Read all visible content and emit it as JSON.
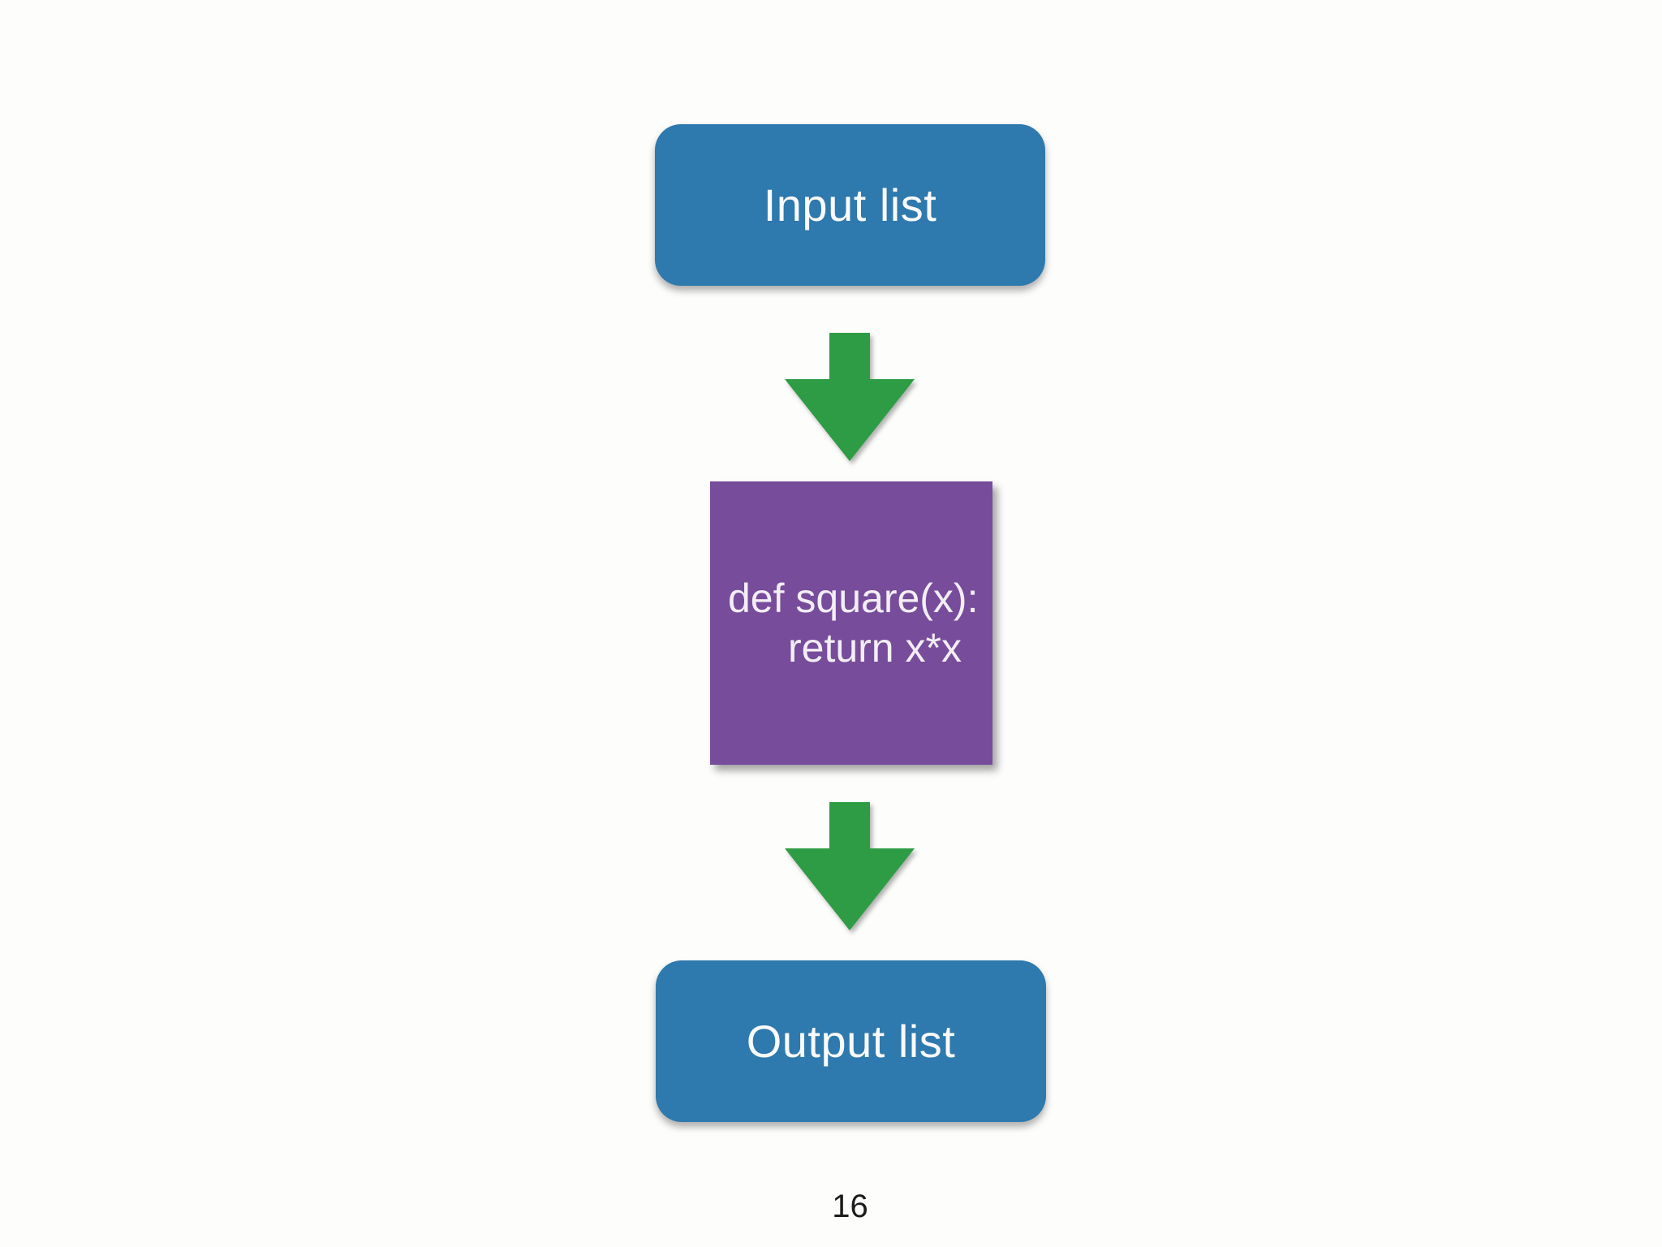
{
  "slide": {
    "page_number": "16",
    "background_color": "#fdfdfc",
    "diagram": {
      "type": "flow",
      "direction": "top-to-bottom",
      "nodes": [
        {
          "id": "input",
          "label": "Input list",
          "shape": "rounded-rectangle",
          "fill_color": "#2e79ad",
          "text_color": "#fafafa"
        },
        {
          "id": "square-function",
          "code_line1": "def square(x):",
          "code_line2": "return x*x",
          "shape": "square",
          "fill_color": "#774c9b",
          "text_color": "#f3eef5"
        },
        {
          "id": "output",
          "label": "Output list",
          "shape": "rounded-rectangle",
          "fill_color": "#2e79ad",
          "text_color": "#fafafa"
        }
      ],
      "arrows": [
        {
          "from": "input",
          "to": "square-function",
          "direction": "down",
          "color": "#2e9c44"
        },
        {
          "from": "square-function",
          "to": "output",
          "direction": "down",
          "color": "#2e9c44"
        }
      ]
    }
  }
}
